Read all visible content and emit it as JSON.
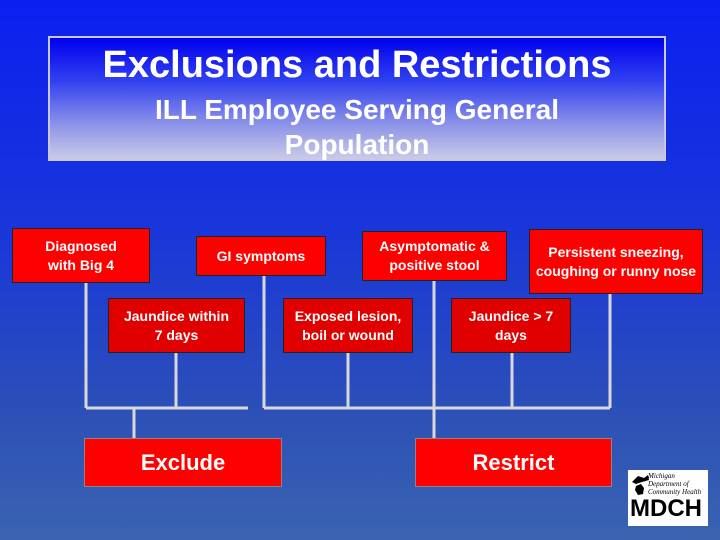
{
  "header": {
    "title": "Exclusions and Restrictions",
    "subtitle_line1": "ILL Employee Serving General",
    "subtitle_line2": "Population"
  },
  "conditions": {
    "diagnosed_big4": "Diagnosed with Big 4",
    "gi_symptoms": "GI symptoms",
    "asymptomatic": "Asymptomatic & positive stool",
    "persistent_sneezing": "Persistent sneezing, coughing or runny nose",
    "jaundice_within": "Jaundice within 7 days",
    "exposed_lesion": "Exposed lesion, boil or wound",
    "jaundice_more": "Jaundice > 7 days"
  },
  "outcomes": {
    "exclude": "Exclude",
    "restrict": "Restrict"
  },
  "logo": {
    "org_text": "Michigan Department of Community Health",
    "letters": "MDCH"
  },
  "colors": {
    "box_red": "#ff0000",
    "connector": "#d8d8d8",
    "background_blue": "#1a38d8"
  }
}
